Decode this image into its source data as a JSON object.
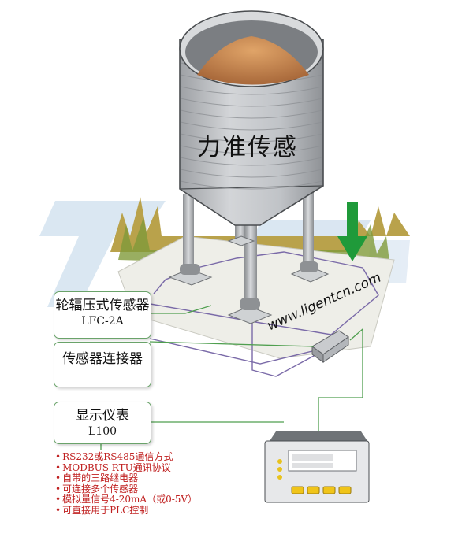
{
  "silo": {
    "label": "力准传感"
  },
  "website": "www.ligentcn.com",
  "labels": {
    "sensor": {
      "title": "轮辐压式传感器",
      "model": "LFC-2A"
    },
    "connector": {
      "title": "传感器连接器"
    },
    "display": {
      "title": "显示仪表",
      "model": "L100"
    }
  },
  "features": [
    "RS232或RS485通信方式",
    "MODBUS RTU通讯协议",
    "自带的三路继电器",
    "可连接多个传感器",
    "模拟量信号4-20mA（或0-5V）",
    "可直接用于PLC控制"
  ],
  "colors": {
    "connector_line": "#4f9f4f",
    "feature_text": "#c02020",
    "arrow": "#1f9a3a",
    "grain": "#c9864a",
    "silo_body": "#b9bcc0",
    "platform": "#eeeee8",
    "watermark": "#bfd6ea"
  }
}
